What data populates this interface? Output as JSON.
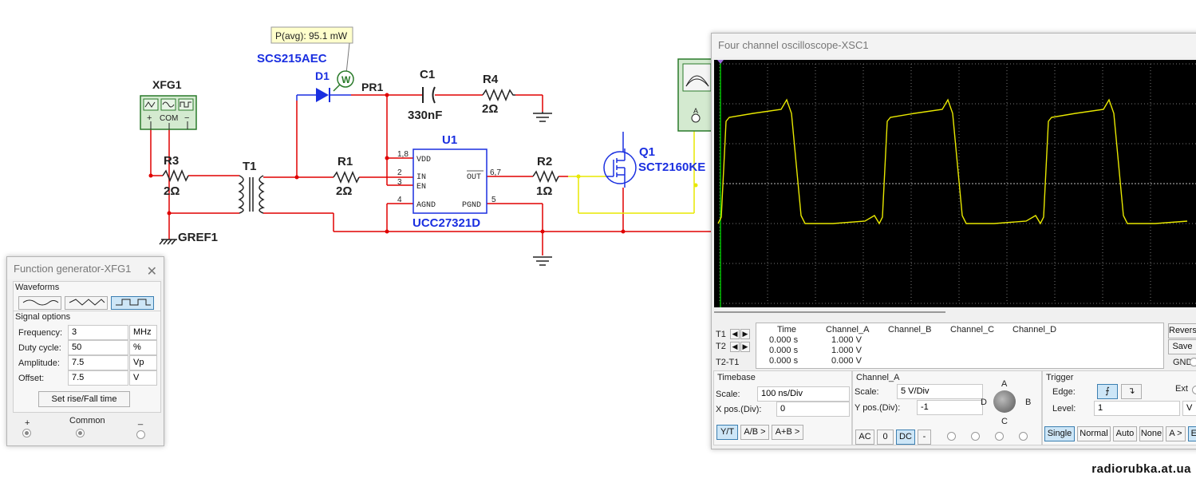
{
  "schematic": {
    "probe_label": "P(avg): 95.1 mW",
    "diode_part": "SCS215AEC",
    "diode_ref": "D1",
    "probe_ref": "PR1",
    "wattmeter_symbol": "W",
    "c1_ref": "C1",
    "c1_value": "330nF",
    "r4_ref": "R4",
    "r4_value": "2Ω",
    "xfg_ref": "XFG1",
    "xfg_plus": "+",
    "xfg_com": "COM",
    "xfg_minus": "−",
    "r3_ref": "R3",
    "r3_value": "2Ω",
    "t1_ref": "T1",
    "r1_ref": "R1",
    "r1_value": "2Ω",
    "u1_ref": "U1",
    "u1_part": "UCC27321D",
    "u1_pins": {
      "vdd": "VDD",
      "in": "IN",
      "en": "EN",
      "agnd": "AGND",
      "out": "OUT",
      "pgnd": "PGND",
      "p18": "1,8",
      "p2": "2",
      "p3": "3",
      "p4": "4",
      "p67": "6,7",
      "p5": "5"
    },
    "r2_ref": "R2",
    "r2_value": "1Ω",
    "q1_ref": "Q1",
    "q1_part": "SCT2160KE",
    "gref": "GREF1",
    "scope_channel_a": "A"
  },
  "function_generator": {
    "title": "Function generator-XFG1",
    "waveforms_label": "Waveforms",
    "signal_options_label": "Signal options",
    "fields": [
      {
        "label": "Frequency:",
        "value": "3",
        "unit": "MHz"
      },
      {
        "label": "Duty cycle:",
        "value": "50",
        "unit": "%"
      },
      {
        "label": "Amplitude:",
        "value": "7.5",
        "unit": "Vp"
      },
      {
        "label": "Offset:",
        "value": "7.5",
        "unit": "V"
      }
    ],
    "rise_fall_button": "Set rise/Fall time",
    "plus_label": "+",
    "common_label": "Common",
    "minus_label": "_",
    "selected_waveform": "square"
  },
  "oscilloscope": {
    "title": "Four channel oscilloscope-XSC1",
    "cursor_table": {
      "headers": [
        "Time",
        "Channel_A",
        "Channel_B",
        "Channel_C",
        "Channel_D"
      ],
      "row_labels": [
        "T1",
        "T2",
        "T2-T1"
      ],
      "rows": [
        [
          "0.000 s",
          "1.000 V",
          "",
          "",
          ""
        ],
        [
          "0.000 s",
          "1.000 V",
          "",
          "",
          ""
        ],
        [
          "0.000 s",
          "0.000 V",
          "",
          "",
          ""
        ]
      ]
    },
    "reverse_button": "Revers",
    "save_button": "Save",
    "gnd_label": "GND",
    "timebase": {
      "label": "Timebase",
      "scale_label": "Scale:",
      "scale_value": "100 ns/Div",
      "xpos_label": "X pos.(Div):",
      "xpos_value": "0",
      "buttons": [
        "Y/T",
        "A/B >",
        "A+B >"
      ]
    },
    "channel": {
      "label": "Channel_A",
      "scale_label": "Scale:",
      "scale_value": "5  V/Div",
      "ypos_label": "Y pos.(Div):",
      "ypos_value": "-1",
      "coupling": [
        "AC",
        "0",
        "DC",
        "-"
      ],
      "knob_labels": [
        "A",
        "B",
        "C",
        "D"
      ]
    },
    "trigger": {
      "label": "Trigger",
      "edge_label": "Edge:",
      "level_label": "Level:",
      "level_value": "1",
      "level_unit": "V",
      "ext_label": "Ext",
      "modes": [
        "Single",
        "Normal",
        "Auto",
        "None",
        "A >",
        "Ex"
      ]
    },
    "trace_color": "#e8e800"
  },
  "watermark": "radiorubka.at.ua",
  "colors": {
    "wire_red": "#e00000",
    "wire_blue": "#1a2fe0",
    "wire_yellow": "#e8e800",
    "label_blue": "#1a2fe0",
    "part_green": "#2a7a2a"
  }
}
